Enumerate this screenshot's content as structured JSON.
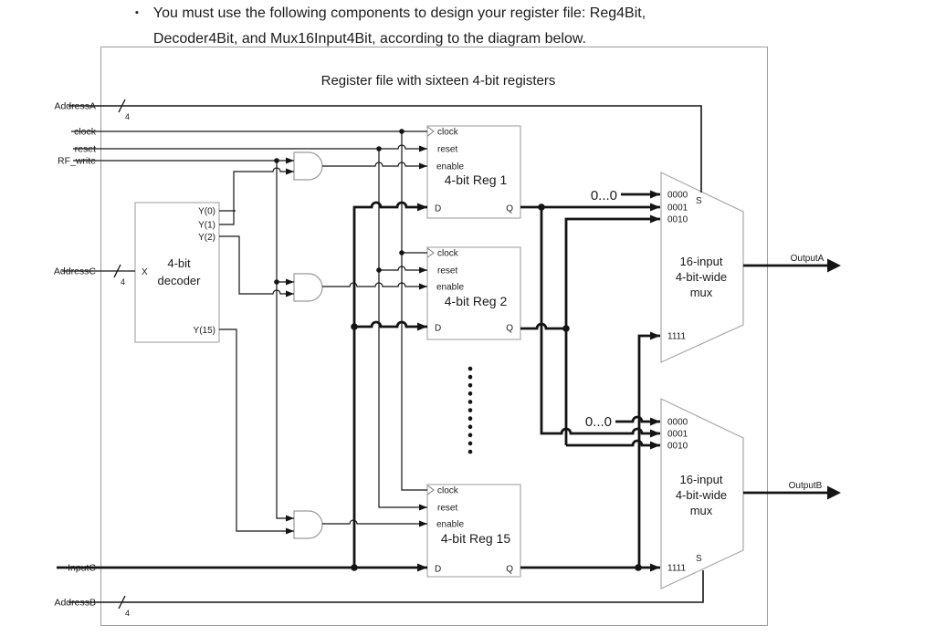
{
  "instruction": {
    "bullet": "▪",
    "line1": "You must use the following components to design your register file: Reg4Bit,",
    "line2": "Decoder4Bit, and Mux16Input4Bit, according to the diagram below."
  },
  "diagram": {
    "title": "Register file with sixteen 4-bit registers",
    "bus_width": "4",
    "inputs": {
      "addressA": "AddressA",
      "clock": "clock",
      "reset": "reset",
      "rf_write": "RF_write",
      "addressC": "AddressC",
      "inputC": "InputC",
      "addressB": "AddressB"
    },
    "outputs": {
      "a": "OutputA",
      "b": "OutputB"
    },
    "zeros_label": "0...0",
    "decoder": {
      "line1": "4-bit",
      "line2": "decoder",
      "x_port": "X",
      "y_ports": [
        "Y(0)",
        "Y(1)",
        "Y(2)",
        "Y(15)"
      ]
    },
    "reg_ports": {
      "clock": "clock",
      "reset": "reset",
      "enable": "enable",
      "d": "D",
      "q": "Q"
    },
    "registers": [
      {
        "name": "4-bit Reg 1"
      },
      {
        "name": "4-bit Reg 2"
      },
      {
        "name": "4-bit Reg 15"
      }
    ],
    "mux": {
      "label": [
        "16-input",
        "4-bit-wide",
        "mux"
      ],
      "inputs": [
        "0000",
        "0001",
        "0010",
        "1111"
      ],
      "select": "S"
    }
  }
}
